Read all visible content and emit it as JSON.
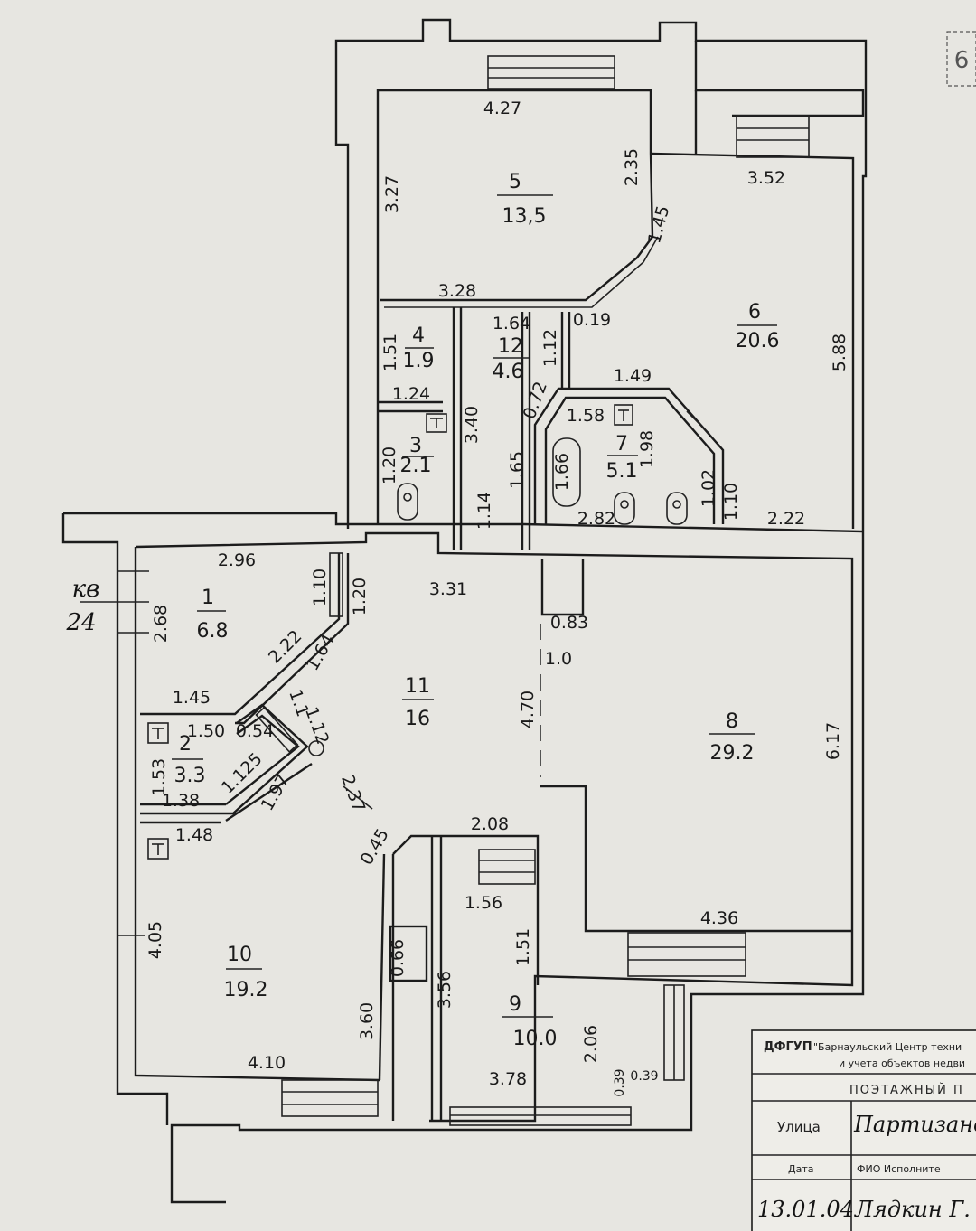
{
  "apartment_label": {
    "line1": "кв",
    "line2": "24"
  },
  "corner_mark": "6",
  "rooms": [
    {
      "number": "1",
      "area": "6.8"
    },
    {
      "number": "2",
      "area": "3.3"
    },
    {
      "number": "3",
      "area": "2.1"
    },
    {
      "number": "4",
      "area": "1.9"
    },
    {
      "number": "5",
      "area": "13,5"
    },
    {
      "number": "6",
      "area": "20.6"
    },
    {
      "number": "7",
      "area": "5.1"
    },
    {
      "number": "8",
      "area": "29.2"
    },
    {
      "number": "9",
      "area": "10.0"
    },
    {
      "number": "10",
      "area": "19.2"
    },
    {
      "number": "11",
      "area": "16"
    },
    {
      "number": "12",
      "area": "4.6"
    }
  ],
  "dimensions": [
    "4.27",
    "3.27",
    "2.35",
    "3.52",
    "1.45",
    "5.88",
    "3.28",
    "1.64",
    "1.12",
    "0.19",
    "1.51",
    "1.24",
    "3.40",
    "1.49",
    "0.72",
    "1.58",
    "1.98",
    "1.20",
    "1.14",
    "1.65",
    "1.66",
    "2.82",
    "1.02",
    "1.10",
    "2.22",
    "2.96",
    "1.10",
    "1.20",
    "3.31",
    "0.83",
    "2.68",
    "2.22",
    "1.64",
    "1.45",
    "1.0",
    "4.70",
    "0.54",
    "1.1",
    "1.12",
    "6.17",
    "1.50",
    "1.53",
    "1.125",
    "1.97",
    "1.38",
    "2.37",
    "1.48",
    "0.45",
    "2.08",
    "4.36",
    "1.56",
    "4.05",
    "1.51",
    "0.66",
    "3.60",
    "3.56",
    "2.06",
    "4.10",
    "3.78",
    "0.39",
    "0.39"
  ],
  "stamp": {
    "org_prefix": "ДФГУП",
    "org_line1": "\"Барнаульский Центр техни",
    "org_line2": "и учета объектов недви",
    "doc_type": "ПОЭТАЖНЫЙ П",
    "street_label": "Улица",
    "street_value": "Партизанск",
    "date_label": "Дата",
    "executor_label": "ФИО Исполните",
    "date_value": "13.01.04",
    "executor_value": "Лядкин Г."
  }
}
